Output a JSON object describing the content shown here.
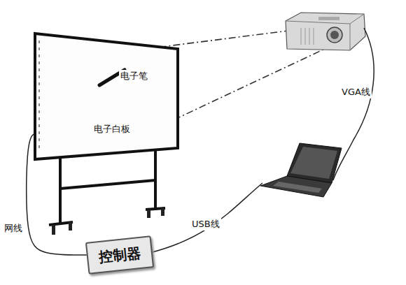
{
  "diagram": {
    "nodes": [
      {
        "text": [
          "电子白板"
        ]
      },
      {
        "text": [
          "控制器"
        ]
      }
    ],
    "edges": [
      {
        "from": 0,
        "to": 1,
        "arrow": "none",
        "label": "网线"
      }
    ],
    "labels": [
      "电子笔",
      "VGA线",
      "USB线"
    ]
  }
}
